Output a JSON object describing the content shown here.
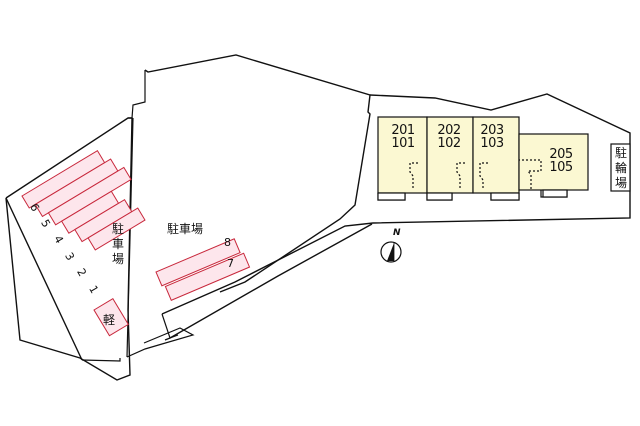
{
  "site_plan": {
    "colors": {
      "boundary": "#111111",
      "building_fill": "#fbf8d2",
      "parking_fill": "#fde6ec",
      "parking_stroke": "#c8283c"
    },
    "buildings": [
      {
        "id": "unit-201-101",
        "upper": "201",
        "lower": "101"
      },
      {
        "id": "unit-202-102",
        "upper": "202",
        "lower": "102"
      },
      {
        "id": "unit-203-103",
        "upper": "203",
        "lower": "103"
      },
      {
        "id": "unit-205-105",
        "upper": "205",
        "lower": "105"
      }
    ],
    "bicycle_parking": {
      "label": "駐輪場"
    },
    "parking_west": {
      "label": "駐車場",
      "slots": [
        "6",
        "5",
        "4",
        "3",
        "2",
        "1"
      ],
      "kei_slot": "軽"
    },
    "parking_center": {
      "label": "駐車場",
      "slots": [
        "8",
        "7"
      ]
    },
    "compass": {
      "label": "N"
    }
  }
}
